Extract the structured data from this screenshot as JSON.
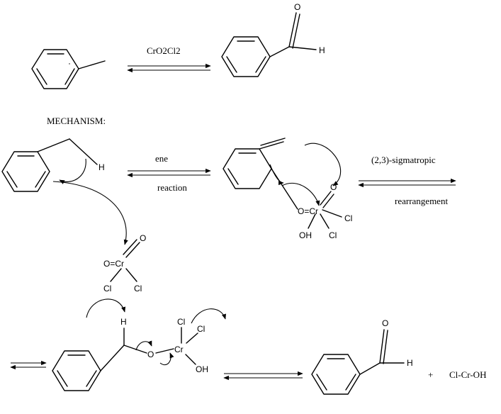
{
  "reaction_top": {
    "reagent": "CrO2Cl2",
    "product_atoms": {
      "o": "O",
      "h": "H"
    }
  },
  "mechanism_title": "MECHANISM:",
  "step1": {
    "toluene_h": "H",
    "arrow_top": "ene",
    "arrow_bottom": "reaction",
    "reagent_atoms": {
      "o_eq_cr": "O=Cr",
      "o": "O",
      "cl1": "Cl",
      "cl2": "Cl"
    }
  },
  "step2": {
    "atoms": {
      "o_eq_cr": "O=Cr",
      "o": "O",
      "oh": "OH",
      "cl1": "Cl",
      "cl2": "Cl"
    },
    "arrow_top": "(2,3)-sigmatropic",
    "arrow_bottom": "rearrangement"
  },
  "step3": {
    "atoms": {
      "h": "H",
      "o": "O",
      "cr": "Cr",
      "cl1": "Cl",
      "cl2": "Cl",
      "oh": "OH"
    }
  },
  "final": {
    "atoms": {
      "o": "O",
      "h": "H"
    },
    "plus": "+",
    "byproduct": "Cl-Cr-OH"
  }
}
